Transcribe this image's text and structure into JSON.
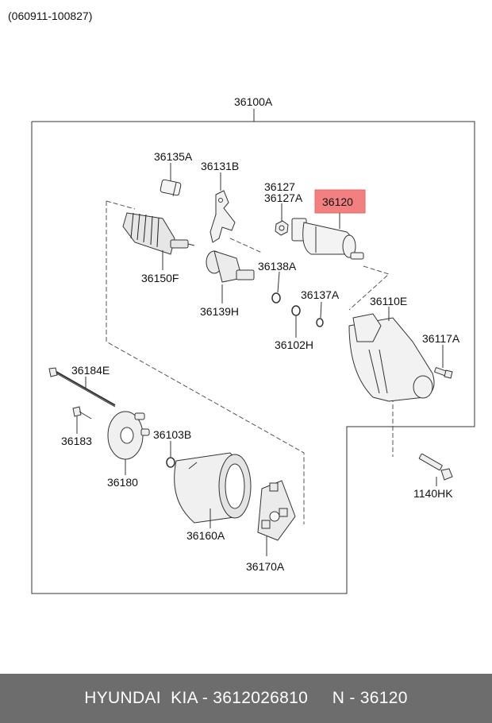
{
  "header": {
    "date_range": "(060911-100827)"
  },
  "assembly": {
    "label": "36100A"
  },
  "highlight": {
    "label": "36120",
    "color": "#f28080"
  },
  "parts": {
    "p36135A": "36135A",
    "p36131B": "36131B",
    "p36127": "36127",
    "p36127A": "36127A",
    "p36150F": "36150F",
    "p36138A": "36138A",
    "p36139H": "36139H",
    "p36137A": "36137A",
    "p36110E": "36110E",
    "p36102H": "36102H",
    "p36117A": "36117A",
    "p36184E": "36184E",
    "p36183": "36183",
    "p36103B": "36103B",
    "p36180": "36180",
    "p36160A": "36160A",
    "p36170A": "36170A",
    "p1140HK": "1140HK"
  },
  "footer": {
    "text": "HYUNDAI  KIA - 3612026810     N - 36120"
  }
}
